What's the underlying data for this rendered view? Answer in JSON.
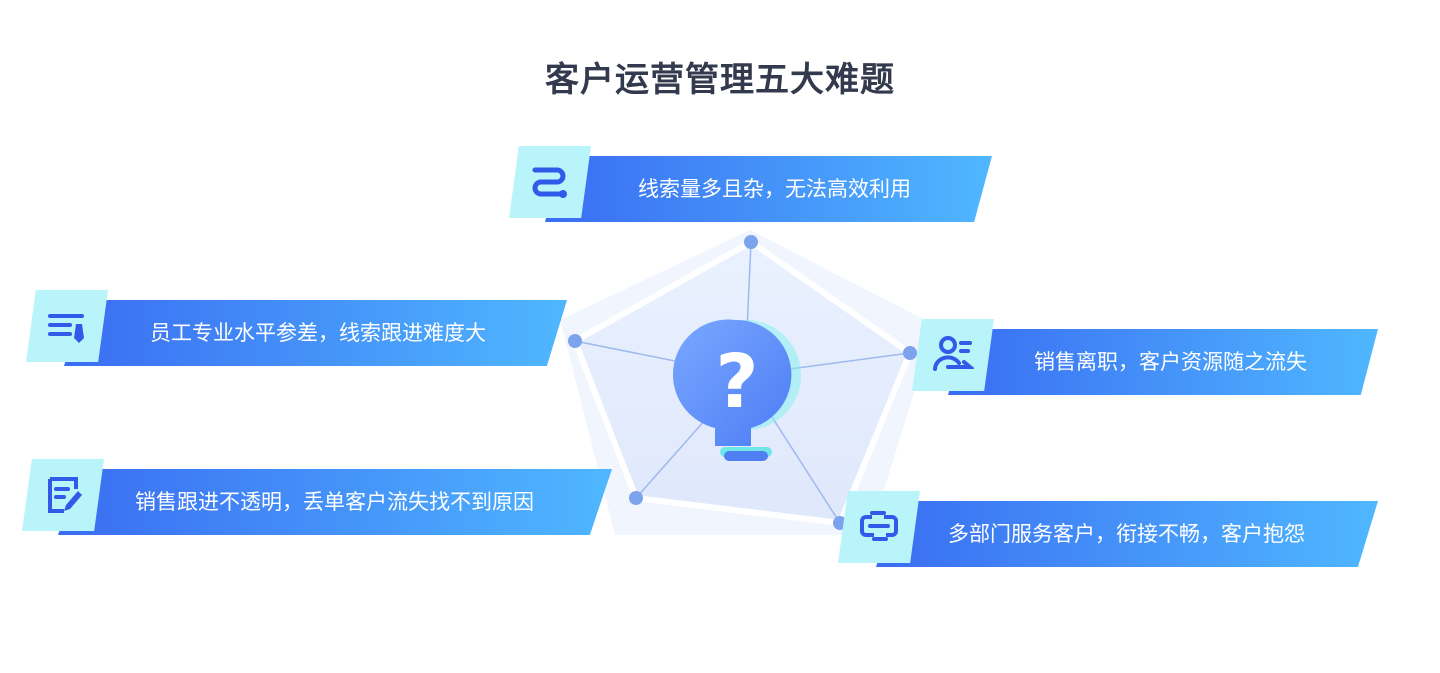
{
  "title": "客户运营管理五大难题",
  "issues": [
    {
      "text": "线索量多且杂，无法高效利用",
      "icon": "route-icon"
    },
    {
      "text": "员工专业水平参差，线索跟进难度大",
      "icon": "staff-list-icon"
    },
    {
      "text": "销售离职，客户资源随之流失",
      "icon": "user-leave-icon"
    },
    {
      "text": "销售跟进不透明，丢单客户流失找不到原因",
      "icon": "document-edit-icon"
    },
    {
      "text": "多部门服务客户，衔接不畅，客户抱怨",
      "icon": "link-chain-icon"
    }
  ],
  "colors": {
    "banner_start": "#3a6df2",
    "banner_end": "#4fb7ff",
    "icon_bg": "#b9f4fb",
    "icon_fg": "#2f5be8",
    "title": "#333a4d"
  },
  "center_icon": "question-bulb-icon"
}
